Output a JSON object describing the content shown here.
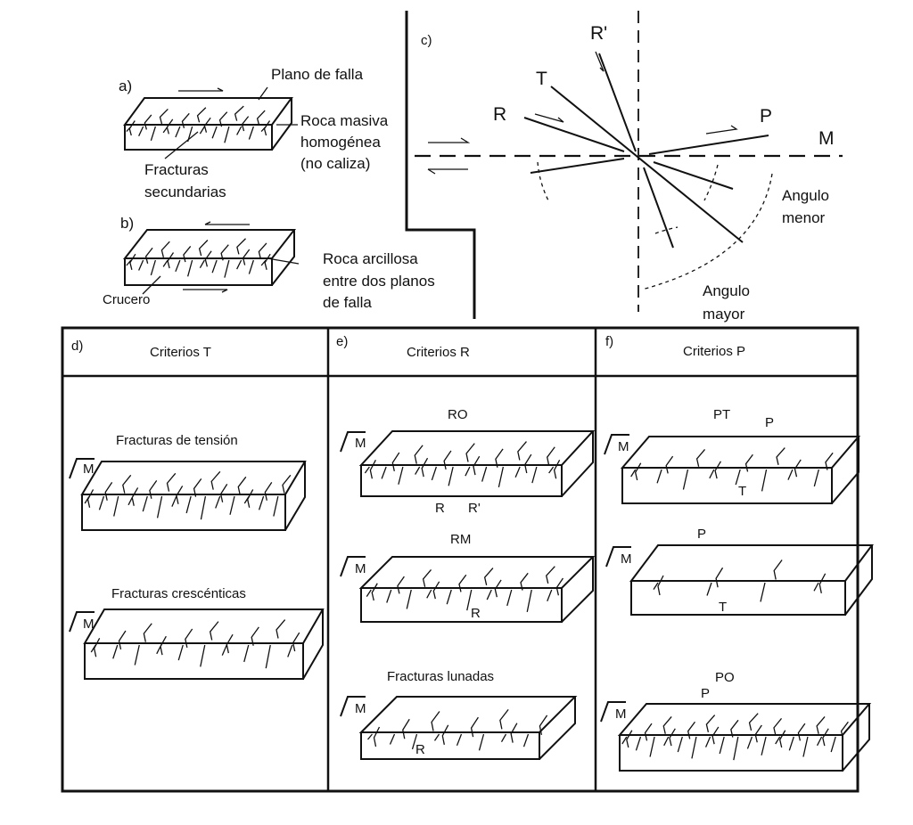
{
  "panel_a": {
    "label": "a)",
    "plano": "Plano de falla",
    "roca": [
      "Roca masiva",
      "homogénea",
      "(no caliza)"
    ],
    "fracturas": [
      "Fracturas",
      "secundarias"
    ]
  },
  "panel_b": {
    "label": "b)",
    "roca": [
      "Roca arcillosa",
      "entre dos planos",
      "de falla"
    ],
    "crucero": "Crucero"
  },
  "panel_c": {
    "label": "c)",
    "r_prime": "R'",
    "t": "T",
    "r": "R",
    "p": "P",
    "m": "M",
    "angulo_menor": [
      "Angulo",
      "menor"
    ],
    "angulo_mayor": [
      "Angulo",
      "mayor"
    ]
  },
  "table": {
    "columns": [
      {
        "tag": "d)",
        "title": "Criterios T"
      },
      {
        "tag": "e)",
        "title": "Criterios R"
      },
      {
        "tag": "f)",
        "title": "Criterios P"
      }
    ],
    "d": {
      "tension": "Fracturas de tensión",
      "crescent": "Fracturas crescénticas",
      "m": "M"
    },
    "e": {
      "ro": "RO",
      "r": "R",
      "r_prime": "R'",
      "rm": "RM",
      "lunadas": "Fracturas lunadas",
      "m": "M"
    },
    "f": {
      "pt": "PT",
      "p": "P",
      "t": "T",
      "po": "PO",
      "m": "M"
    }
  }
}
